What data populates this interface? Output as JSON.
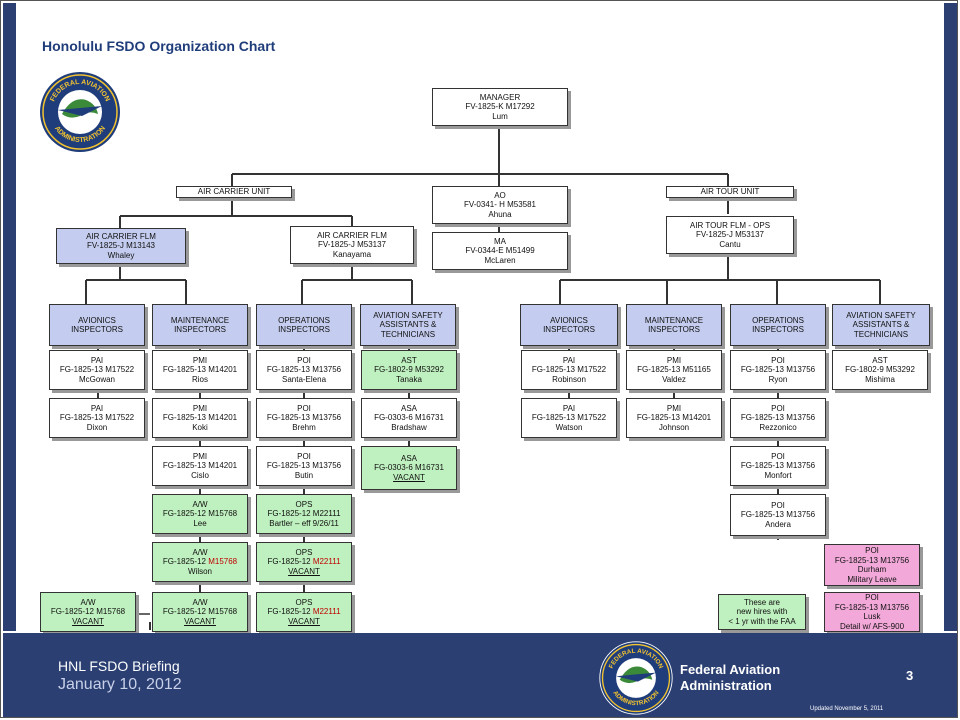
{
  "title": "Honolulu FSDO Organization Chart",
  "logo": {
    "top_text": "FEDERAL AVIATION",
    "bottom_text": "ADMINISTRATION"
  },
  "manager": [
    "MANAGER",
    "FV-1825-K    M17292",
    "Lum"
  ],
  "units": {
    "air_carrier": "AIR CARRIER UNIT",
    "air_tour": "AIR TOUR UNIT"
  },
  "ao": [
    "AO",
    "FV-0341- H  M53581",
    "Ahuna"
  ],
  "ma": [
    "MA",
    "FV-0344-E   M51499",
    "McLaren"
  ],
  "ac_flm1": [
    "AIR CARRIER FLM",
    "FV-1825-J    M13143",
    "Whaley"
  ],
  "ac_flm2": [
    "AIR CARRIER FLM",
    "FV-1825-J   M53137",
    "Kanayama"
  ],
  "at_flm": [
    "AIR TOUR FLM - OPS",
    "FV-1825-J   M53137",
    "Cantu"
  ],
  "headers": {
    "avionics": [
      "AVIONICS",
      "INSPECTORS"
    ],
    "maintenance": [
      "MAINTENANCE",
      "INSPECTORS"
    ],
    "operations": [
      "OPERATIONS",
      "INSPECTORS"
    ],
    "safety": [
      "AVIATION SAFETY",
      "ASSISTANTS &",
      "TECHNICIANS"
    ]
  },
  "ac_avionics": [
    [
      "PAI",
      "FG-1825-13    M17522",
      "McGowan"
    ],
    [
      "PAI",
      "FG-1825-13    M17522",
      "Dixon"
    ]
  ],
  "ac_avionics_vacant": [
    "A/W",
    "FG-1825-12    M15768",
    "VACANT"
  ],
  "ac_maintenance": [
    [
      "PMI",
      "FG-1825-13    M14201",
      "Rios"
    ],
    [
      "PMI",
      "FG-1825-13    M14201",
      "Koki"
    ],
    [
      "PMI",
      "FG-1825-13    M14201",
      "Cislo"
    ]
  ],
  "ac_aw1": [
    "A/W",
    "FG-1825-12    M15768",
    "Lee"
  ],
  "ac_aw2": [
    "A/W",
    "FG-1825-12  ",
    "M15768",
    "Wilson"
  ],
  "ac_aw3": [
    "A/W",
    "FG-1825-12    M15768",
    "VACANT"
  ],
  "ac_operations": [
    [
      "POI",
      "FG-1825-13    M13756",
      "Santa-Elena"
    ],
    [
      "POI",
      "FG-1825-13    M13756",
      "Brehm"
    ],
    [
      "POI",
      "FG-1825-13    M13756",
      "Butin"
    ]
  ],
  "ac_ops1": [
    "OPS",
    "FG-1825-12    M22111",
    "Bartler – eff 9/26/11"
  ],
  "ac_ops2": [
    "OPS",
    "FG-1825-12  ",
    "M22111",
    "VACANT"
  ],
  "ac_ops3": [
    "OPS",
    "FG-1825-12  ",
    "M22111",
    "VACANT"
  ],
  "ac_ast": [
    "AST",
    "FG-1802-9    M53292",
    "Tanaka"
  ],
  "ac_asa1": [
    "ASA",
    "FG-0303-6    M16731",
    "Bradshaw"
  ],
  "ac_asa2": [
    "ASA",
    "FG-0303-6    M16731",
    "VACANT"
  ],
  "at_avionics": [
    [
      "PAI",
      "FG-1825-13    M17522",
      "Robinson"
    ],
    [
      "PAI",
      "FG-1825-13    M17522",
      "Watson"
    ]
  ],
  "at_maintenance": [
    [
      "PMI",
      "FG-1825-13    M51165",
      "Valdez"
    ],
    [
      "PMI",
      "FG-1825-13    M14201",
      "Johnson"
    ]
  ],
  "at_operations": [
    [
      "POI",
      "FG-1825-13    M13756",
      "Ryon"
    ],
    [
      "POI",
      "FG-1825-13    M13756",
      "Rezzonico"
    ],
    [
      "POI",
      "FG-1825-13    M13756",
      "Monfort"
    ],
    [
      "POI",
      "FG-1825-13    M13756",
      "Andera"
    ]
  ],
  "at_durham": [
    "POI",
    "FG-1825-13    M13756",
    "Durham",
    "Military Leave"
  ],
  "at_lusk": [
    "POI",
    "FG-1825-13    M13756",
    "Lusk",
    "Detail w/ AFS-900"
  ],
  "at_ast": [
    "AST",
    "FG-1802-9    M53292",
    "Mishima"
  ],
  "legend": [
    "These are",
    "new hires with",
    "< 1 yr with the FAA"
  ],
  "footer": {
    "briefing": "HNL FSDO Briefing",
    "date": "January 10, 2012",
    "org_line1": "Federal Aviation",
    "org_line2": "Administration",
    "page": "3",
    "updated": "Updated November 5, 2011"
  },
  "colors": {
    "navy": "#2b3f73",
    "header_blue": "#c4cdef",
    "new_hire_green": "#bff0bf",
    "leave_pink": "#f2a9d9",
    "accent_red": "#c00000"
  }
}
